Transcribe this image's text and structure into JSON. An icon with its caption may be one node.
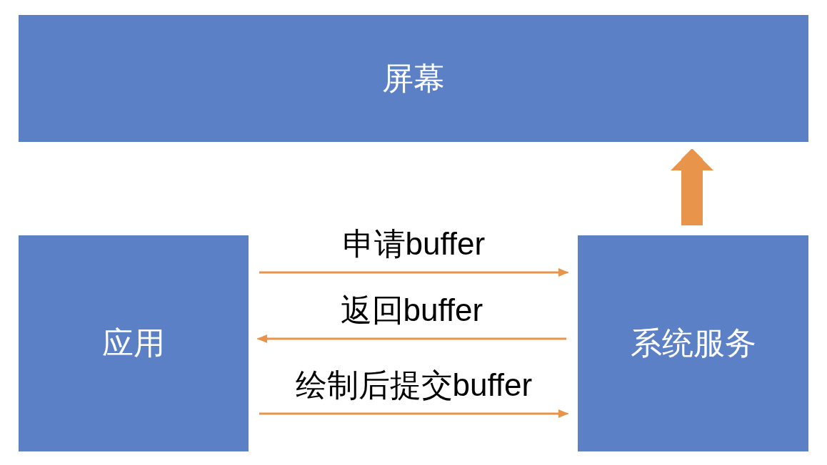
{
  "diagram": {
    "nodes": [
      {
        "text": [
          "屏幕"
        ]
      },
      {
        "text": [
          "应用"
        ]
      },
      {
        "text": [
          "系统服务"
        ]
      }
    ],
    "edges": [
      {
        "from": 1,
        "to": 2,
        "arrow": "to",
        "label": "申请buffer"
      },
      {
        "from": 2,
        "to": 1,
        "arrow": "to",
        "label": "返回buffer"
      },
      {
        "from": 1,
        "to": 2,
        "arrow": "to",
        "label": "绘制后提交buffer"
      },
      {
        "from": 2,
        "to": 0,
        "arrow": "to",
        "style": "thick"
      }
    ]
  }
}
